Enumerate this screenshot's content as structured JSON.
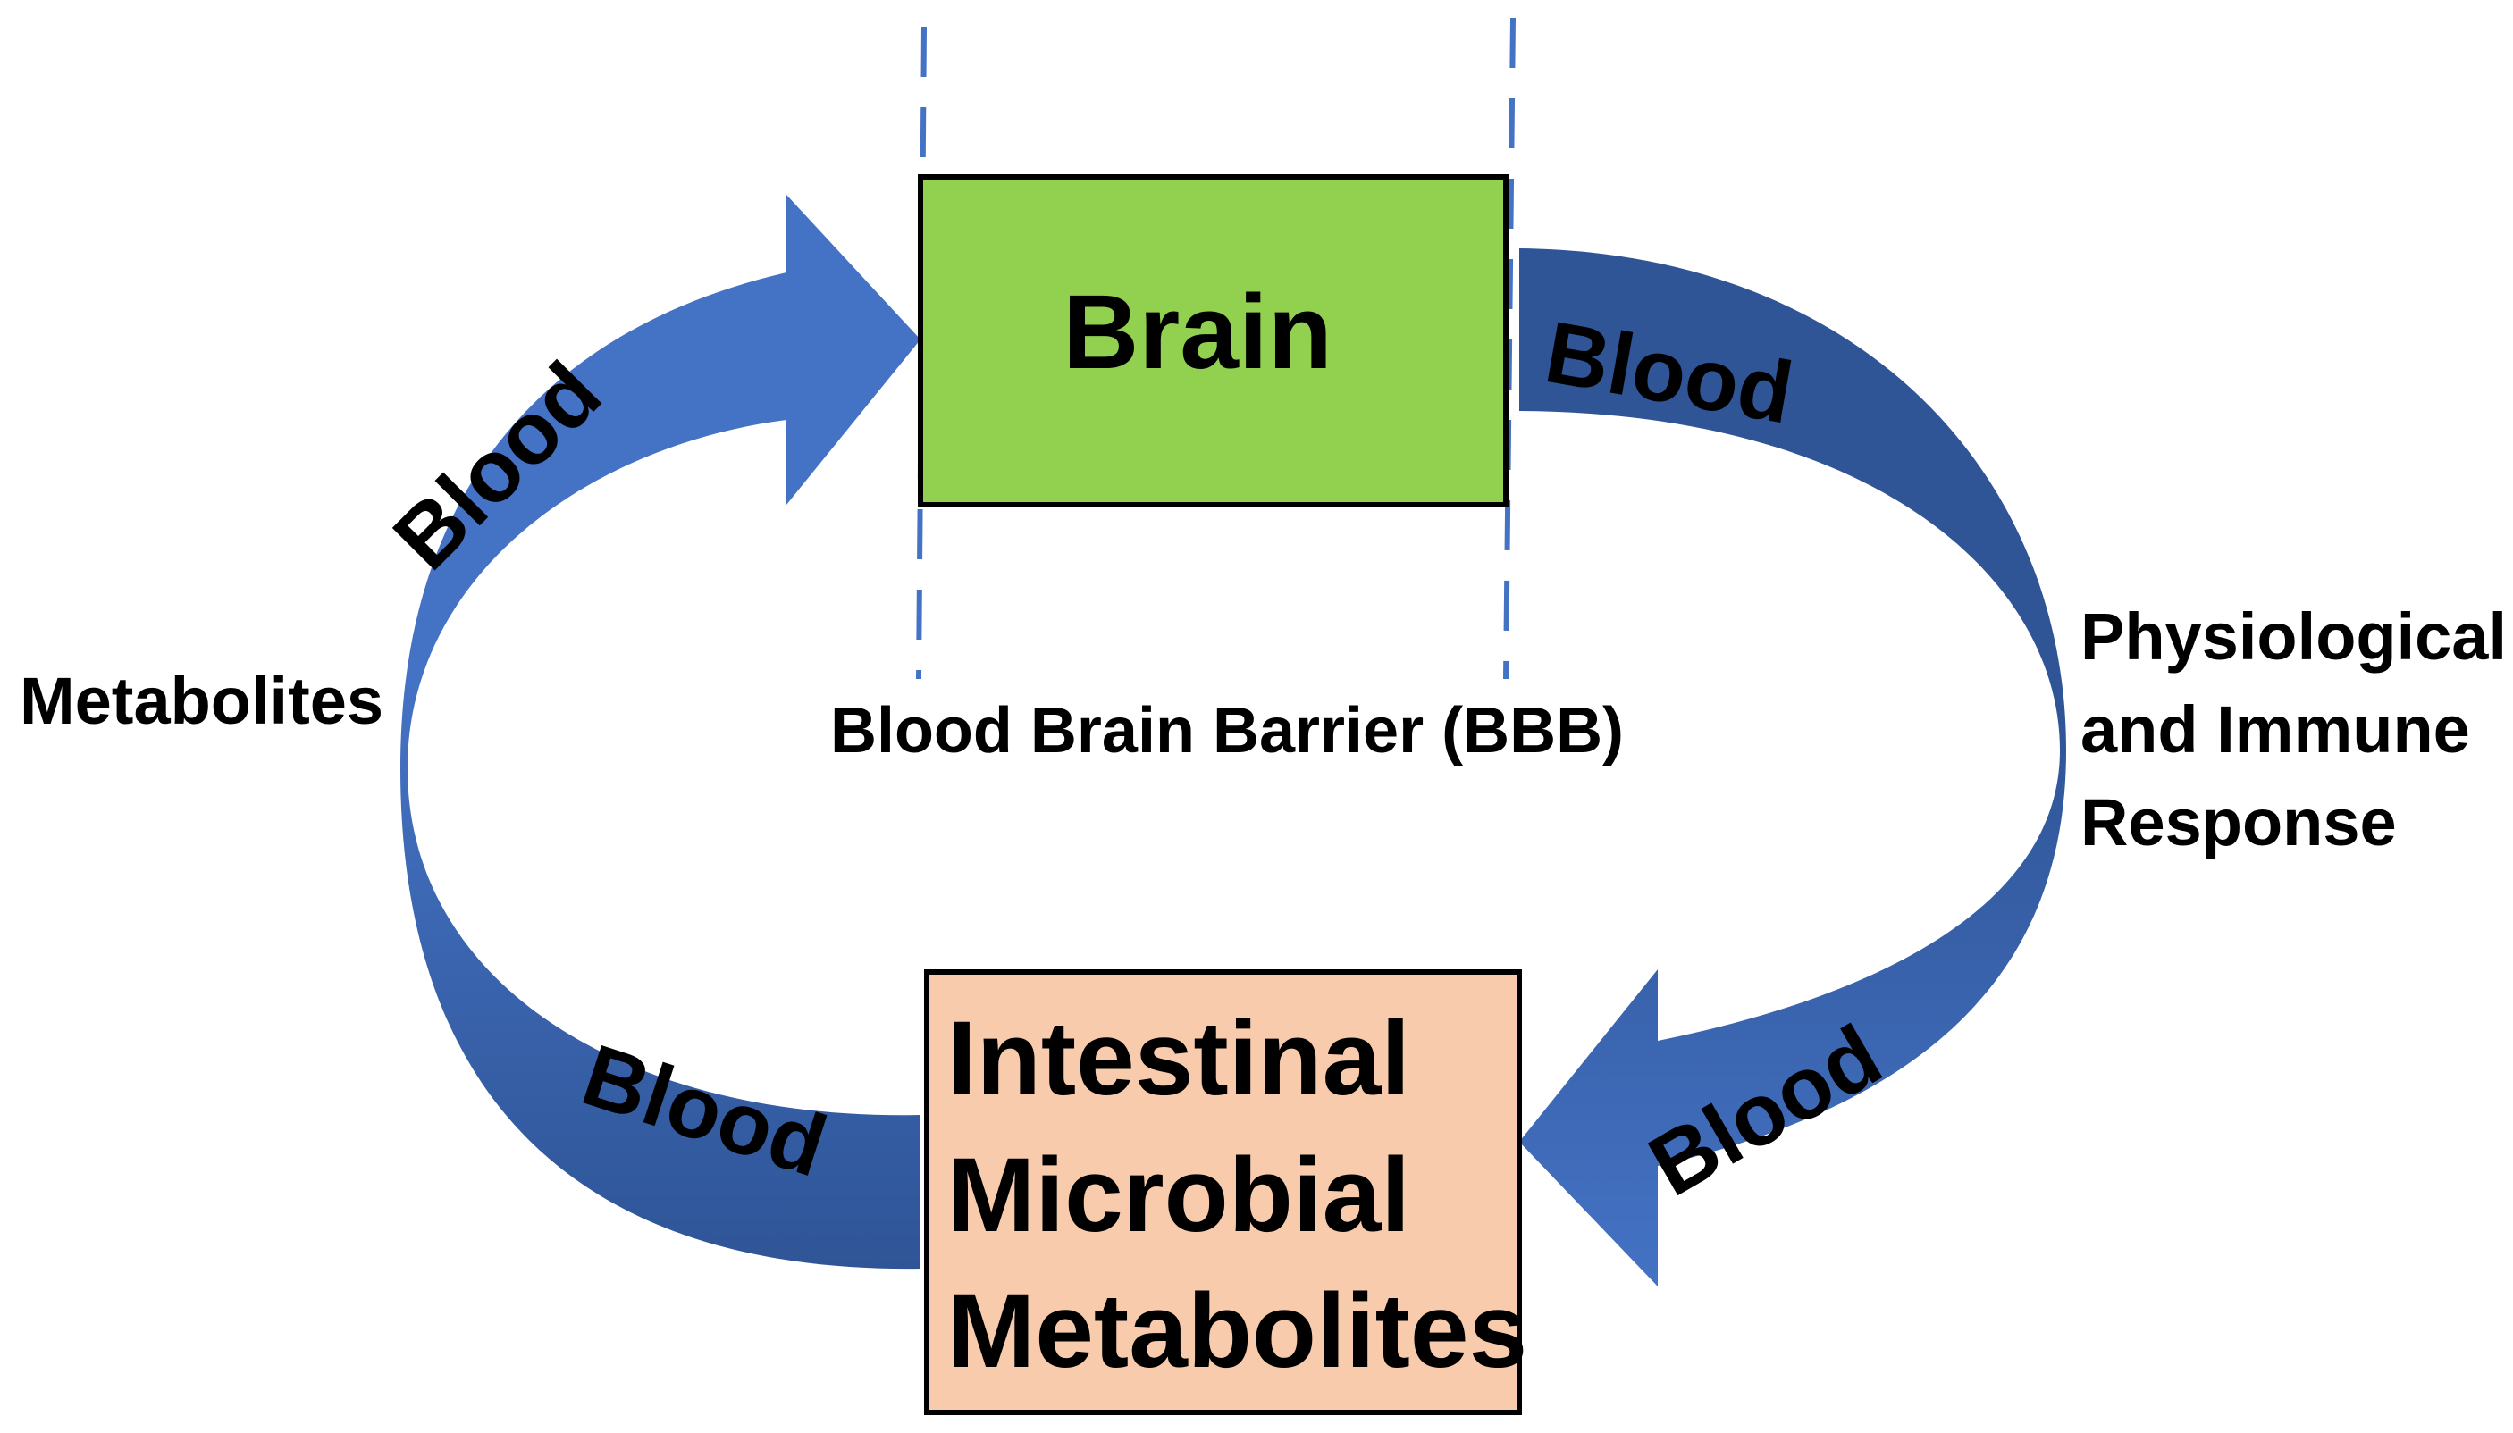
{
  "nodes": {
    "brain": {
      "label": "Brain",
      "color": "#92d050"
    },
    "gut": {
      "line1": "Intestinal",
      "line2": "Microbial",
      "line3": "Metabolites",
      "color": "#f8cbad"
    }
  },
  "arrows": {
    "upper_left_label": "Blood",
    "lower_left_label": "Blood",
    "upper_right_label": "Blood",
    "lower_right_label": "Blood",
    "light_color": "#4472c4",
    "dark_color": "#2f5597"
  },
  "labels": {
    "left": "Metabolites",
    "right_line1": "Physiological",
    "right_line2": "and Immune",
    "right_line3": "Response",
    "barrier": "Blood Brain Barrier (BBB)"
  },
  "barrier": {
    "line_color": "#4472c4"
  },
  "box_border_color": "#000000"
}
